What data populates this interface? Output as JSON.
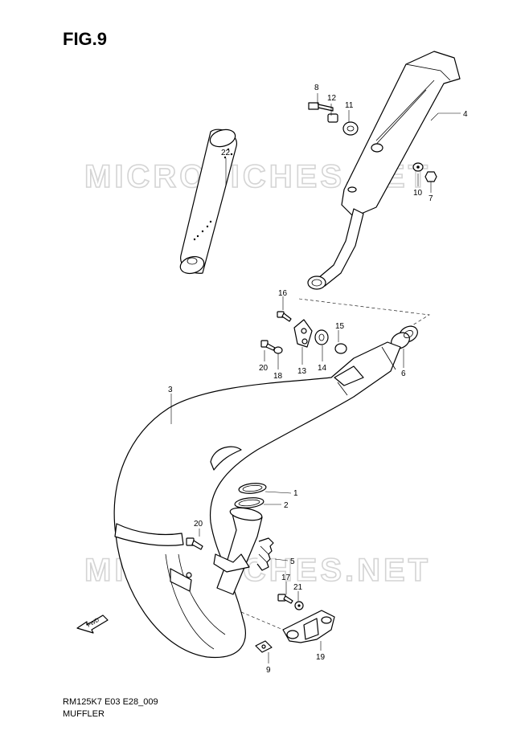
{
  "figure": {
    "title": "FIG.9",
    "code": "RM125K7 E03 E28_009",
    "name": "MUFFLER",
    "watermark": "MICROFICHES.NET",
    "fwd_label": "FWD"
  },
  "callouts": [
    "8",
    "12",
    "11",
    "4",
    "22",
    "10",
    "7",
    "16",
    "15",
    "6",
    "20",
    "18",
    "13",
    "14",
    "3",
    "1",
    "2",
    "20",
    "5",
    "17",
    "21",
    "9",
    "19"
  ]
}
